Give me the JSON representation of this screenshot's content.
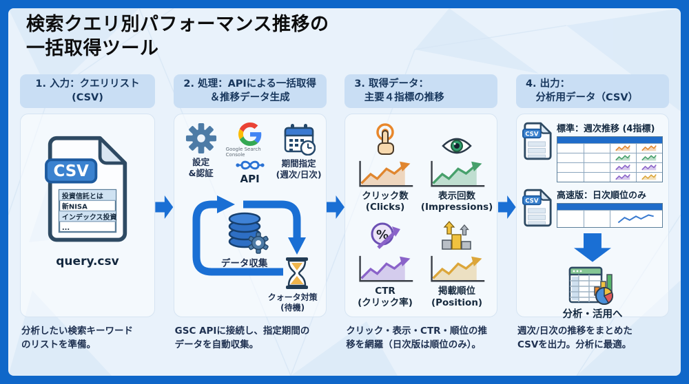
{
  "title": "検索クエリ別パフォーマンス推移の\n一括取得ツール",
  "arrow_color": "#1a6fd4",
  "panel1": {
    "header": "1. 入力：クエリリスト\n(CSV)",
    "file": {
      "badge": "CSV",
      "rows": [
        "投資信託とは",
        "新NISA",
        "インデックス投資",
        "..."
      ],
      "filename": "query.csv"
    },
    "caption": "分析したい検索キーワード\nのリストを準備。"
  },
  "panel2": {
    "header": "2. 処理：APIによる一括取得\n＆推移データ生成",
    "gear_label": "設定\n&認証",
    "gsc_label": "Google Search Console",
    "api_label": "API",
    "calendar_label": "期間指定\n(週次/日次)",
    "collect_label": "データ収集",
    "quota_label": "クォータ対策\n(待機)",
    "caption": "GSC APIに接続し、指定期間の\nデータを自動収集。"
  },
  "panel3": {
    "header": "3. 取得データ：\n　主要４指標の推移",
    "metrics": [
      {
        "label": "クリック数\n(Clicks)",
        "color": "#e0862f"
      },
      {
        "label": "表示回数\n(Impressions)",
        "color": "#47a06b"
      },
      {
        "label": "CTR\n(クリック率)",
        "color": "#8a63c9"
      },
      {
        "label": "掲載順位\n(Position)",
        "color": "#dca63a"
      }
    ],
    "caption": "クリック・表示・CTR・順位の推\n移を網羅（日次版は順位のみ）。"
  },
  "panel4": {
    "header": "4. 出力：\n　分析用データ（CSV）",
    "outputs": [
      {
        "badge": "CSV",
        "label": "標準：週次推移 (4指標)"
      },
      {
        "badge": "CSV",
        "label": "高速版：日次順位のみ"
      }
    ],
    "spark_colors": [
      [
        "#e0862f",
        "#e0862f"
      ],
      [
        "#47a06b",
        "#47a06b"
      ],
      [
        "#8a63c9",
        "#8a63c9"
      ],
      [
        "#8a63c9",
        "#dca63a"
      ]
    ],
    "daily_spark_color": "#3a7bd0",
    "analysis_label": "分析・活用へ",
    "caption": "週次/日次の推移をまとめた\nCSVを出力。分析に最適。"
  }
}
